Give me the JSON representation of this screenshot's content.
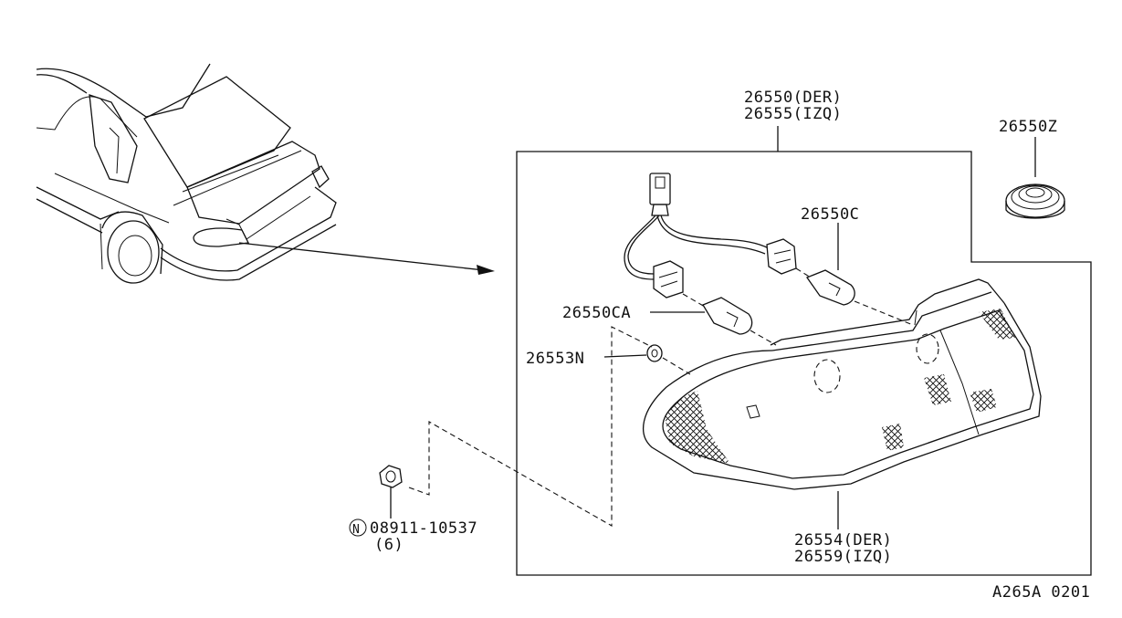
{
  "diagram": {
    "labels": {
      "housing_right": "26550(DER)",
      "housing_left": "26555(IZQ)",
      "socket_kit": "26550Z",
      "bulb_c": "26550C",
      "bulb_ca": "26550CA",
      "seal": "26553N",
      "lens_right": "26554(DER)",
      "lens_left": "26559(IZQ)",
      "nut_part": "08911-10537",
      "nut_qty": "(6)",
      "nut_prefix_symbol": "N",
      "figure_code": "A265A 0201"
    }
  }
}
